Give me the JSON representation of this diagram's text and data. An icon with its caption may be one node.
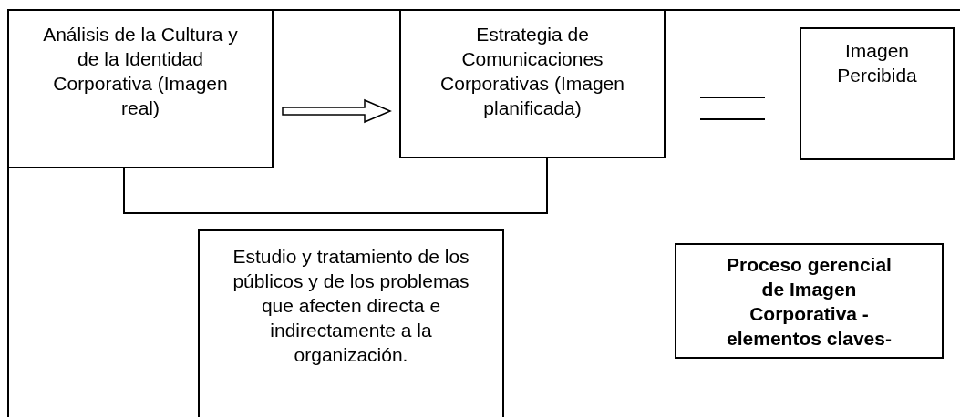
{
  "diagram": {
    "nodes": [
      {
        "text": [],
        "shape": "box"
      },
      {
        "text": [
          "Análisis de la Cultura y de la Identidad Corporativa (Imagen real)"
        ],
        "in": 0
      },
      {
        "text": [
          "Estrategia de Comunicaciones Corporativas (Imagen planificada)"
        ],
        "in": 0
      },
      {
        "text": [
          "Imagen Percibida"
        ],
        "in": 0
      },
      {
        "text": [
          "Estudio y tratamiento de los públicos y de los problemas que afecten directa e indirectamente a la organización."
        ],
        "in": 0
      },
      {
        "text": [
          "Proceso gerencial de Imagen Corporativa -elementos claves-"
        ],
        "in": 0
      }
    ],
    "edges": [
      {
        "from": 1,
        "to": 2,
        "arrow": "to"
      },
      {
        "from": 2,
        "to": 3,
        "arrow": "none"
      },
      {
        "from": 1,
        "to": 2,
        "arrow": "none"
      }
    ]
  }
}
